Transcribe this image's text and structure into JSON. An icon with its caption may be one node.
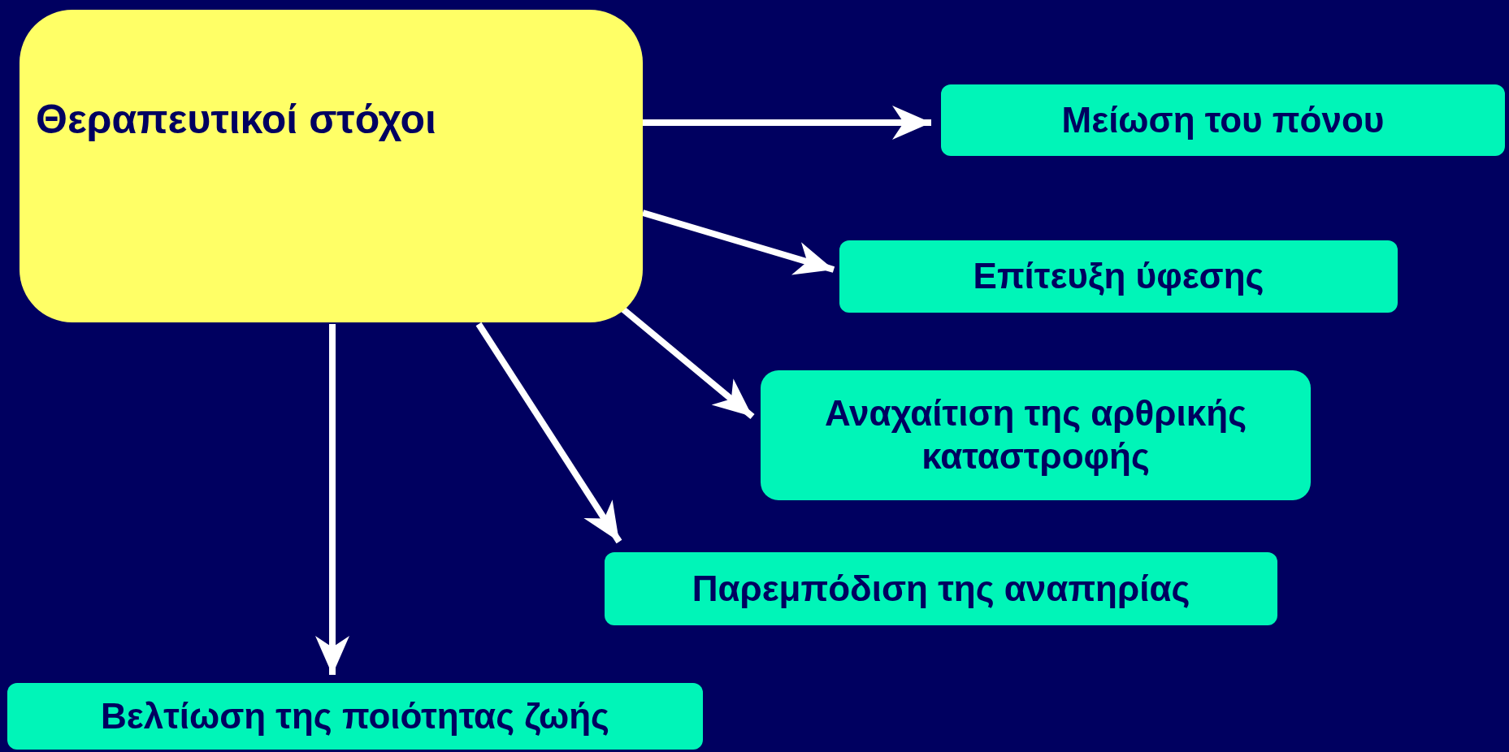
{
  "diagram": {
    "nodes": [
      {
        "text": [
          "Θεραπευτικοί στόχοι"
        ]
      },
      {
        "text": [
          "Μείωση του πόνου"
        ]
      },
      {
        "text": [
          "Επίτευξη ύφεσης"
        ]
      },
      {
        "text": [
          "Αναχαίτιση της αρθρικής καταστροφής"
        ]
      },
      {
        "text": [
          "Παρεμπόδιση της αναπηρίας"
        ]
      },
      {
        "text": [
          "Βελτίωση της ποιότητας ζωής"
        ]
      }
    ],
    "edges": [
      {
        "from": 0,
        "to": 1,
        "arrow": "to"
      },
      {
        "from": 0,
        "to": 2,
        "arrow": "to"
      },
      {
        "from": 0,
        "to": 3,
        "arrow": "to"
      },
      {
        "from": 0,
        "to": 4,
        "arrow": "to"
      },
      {
        "from": 0,
        "to": 5,
        "arrow": "to"
      }
    ]
  }
}
